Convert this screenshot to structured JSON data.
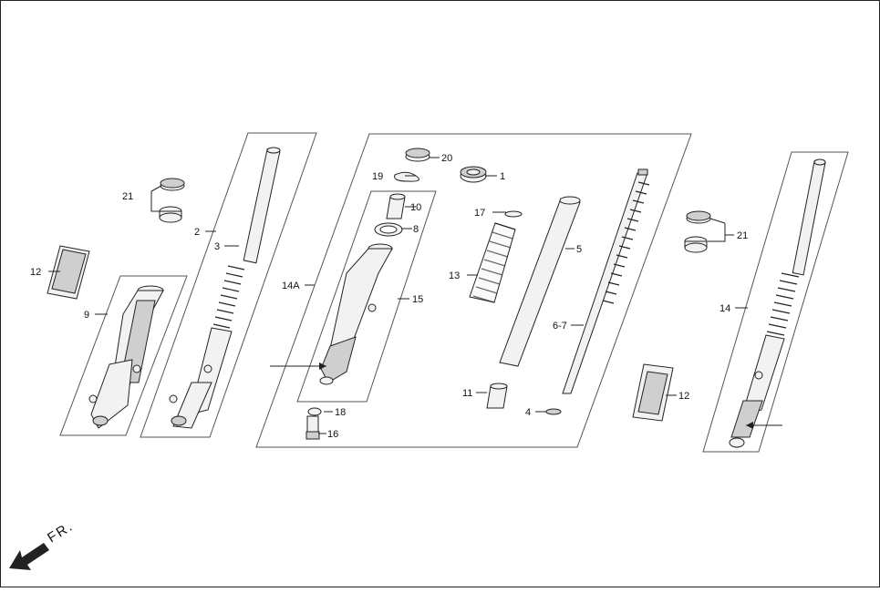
{
  "labels": {
    "p1": "1",
    "p2": "2",
    "p3": "3",
    "p4": "4",
    "p5": "5",
    "p67": "6-7",
    "p8": "8",
    "p9": "9",
    "p10": "10",
    "p11": "11",
    "p12a": "12",
    "p12b": "12",
    "p13": "13",
    "p14": "14",
    "p14a": "14A",
    "p15": "15",
    "p16": "16",
    "p17": "17",
    "p18": "18",
    "p19": "19",
    "p20": "20",
    "p21a": "21",
    "p21b": "21"
  },
  "direction": {
    "text": "FR."
  },
  "colors": {
    "line": "#222222",
    "frame": "#555555",
    "fill": "#f2f2f2",
    "shade": "#cfcfcf"
  }
}
